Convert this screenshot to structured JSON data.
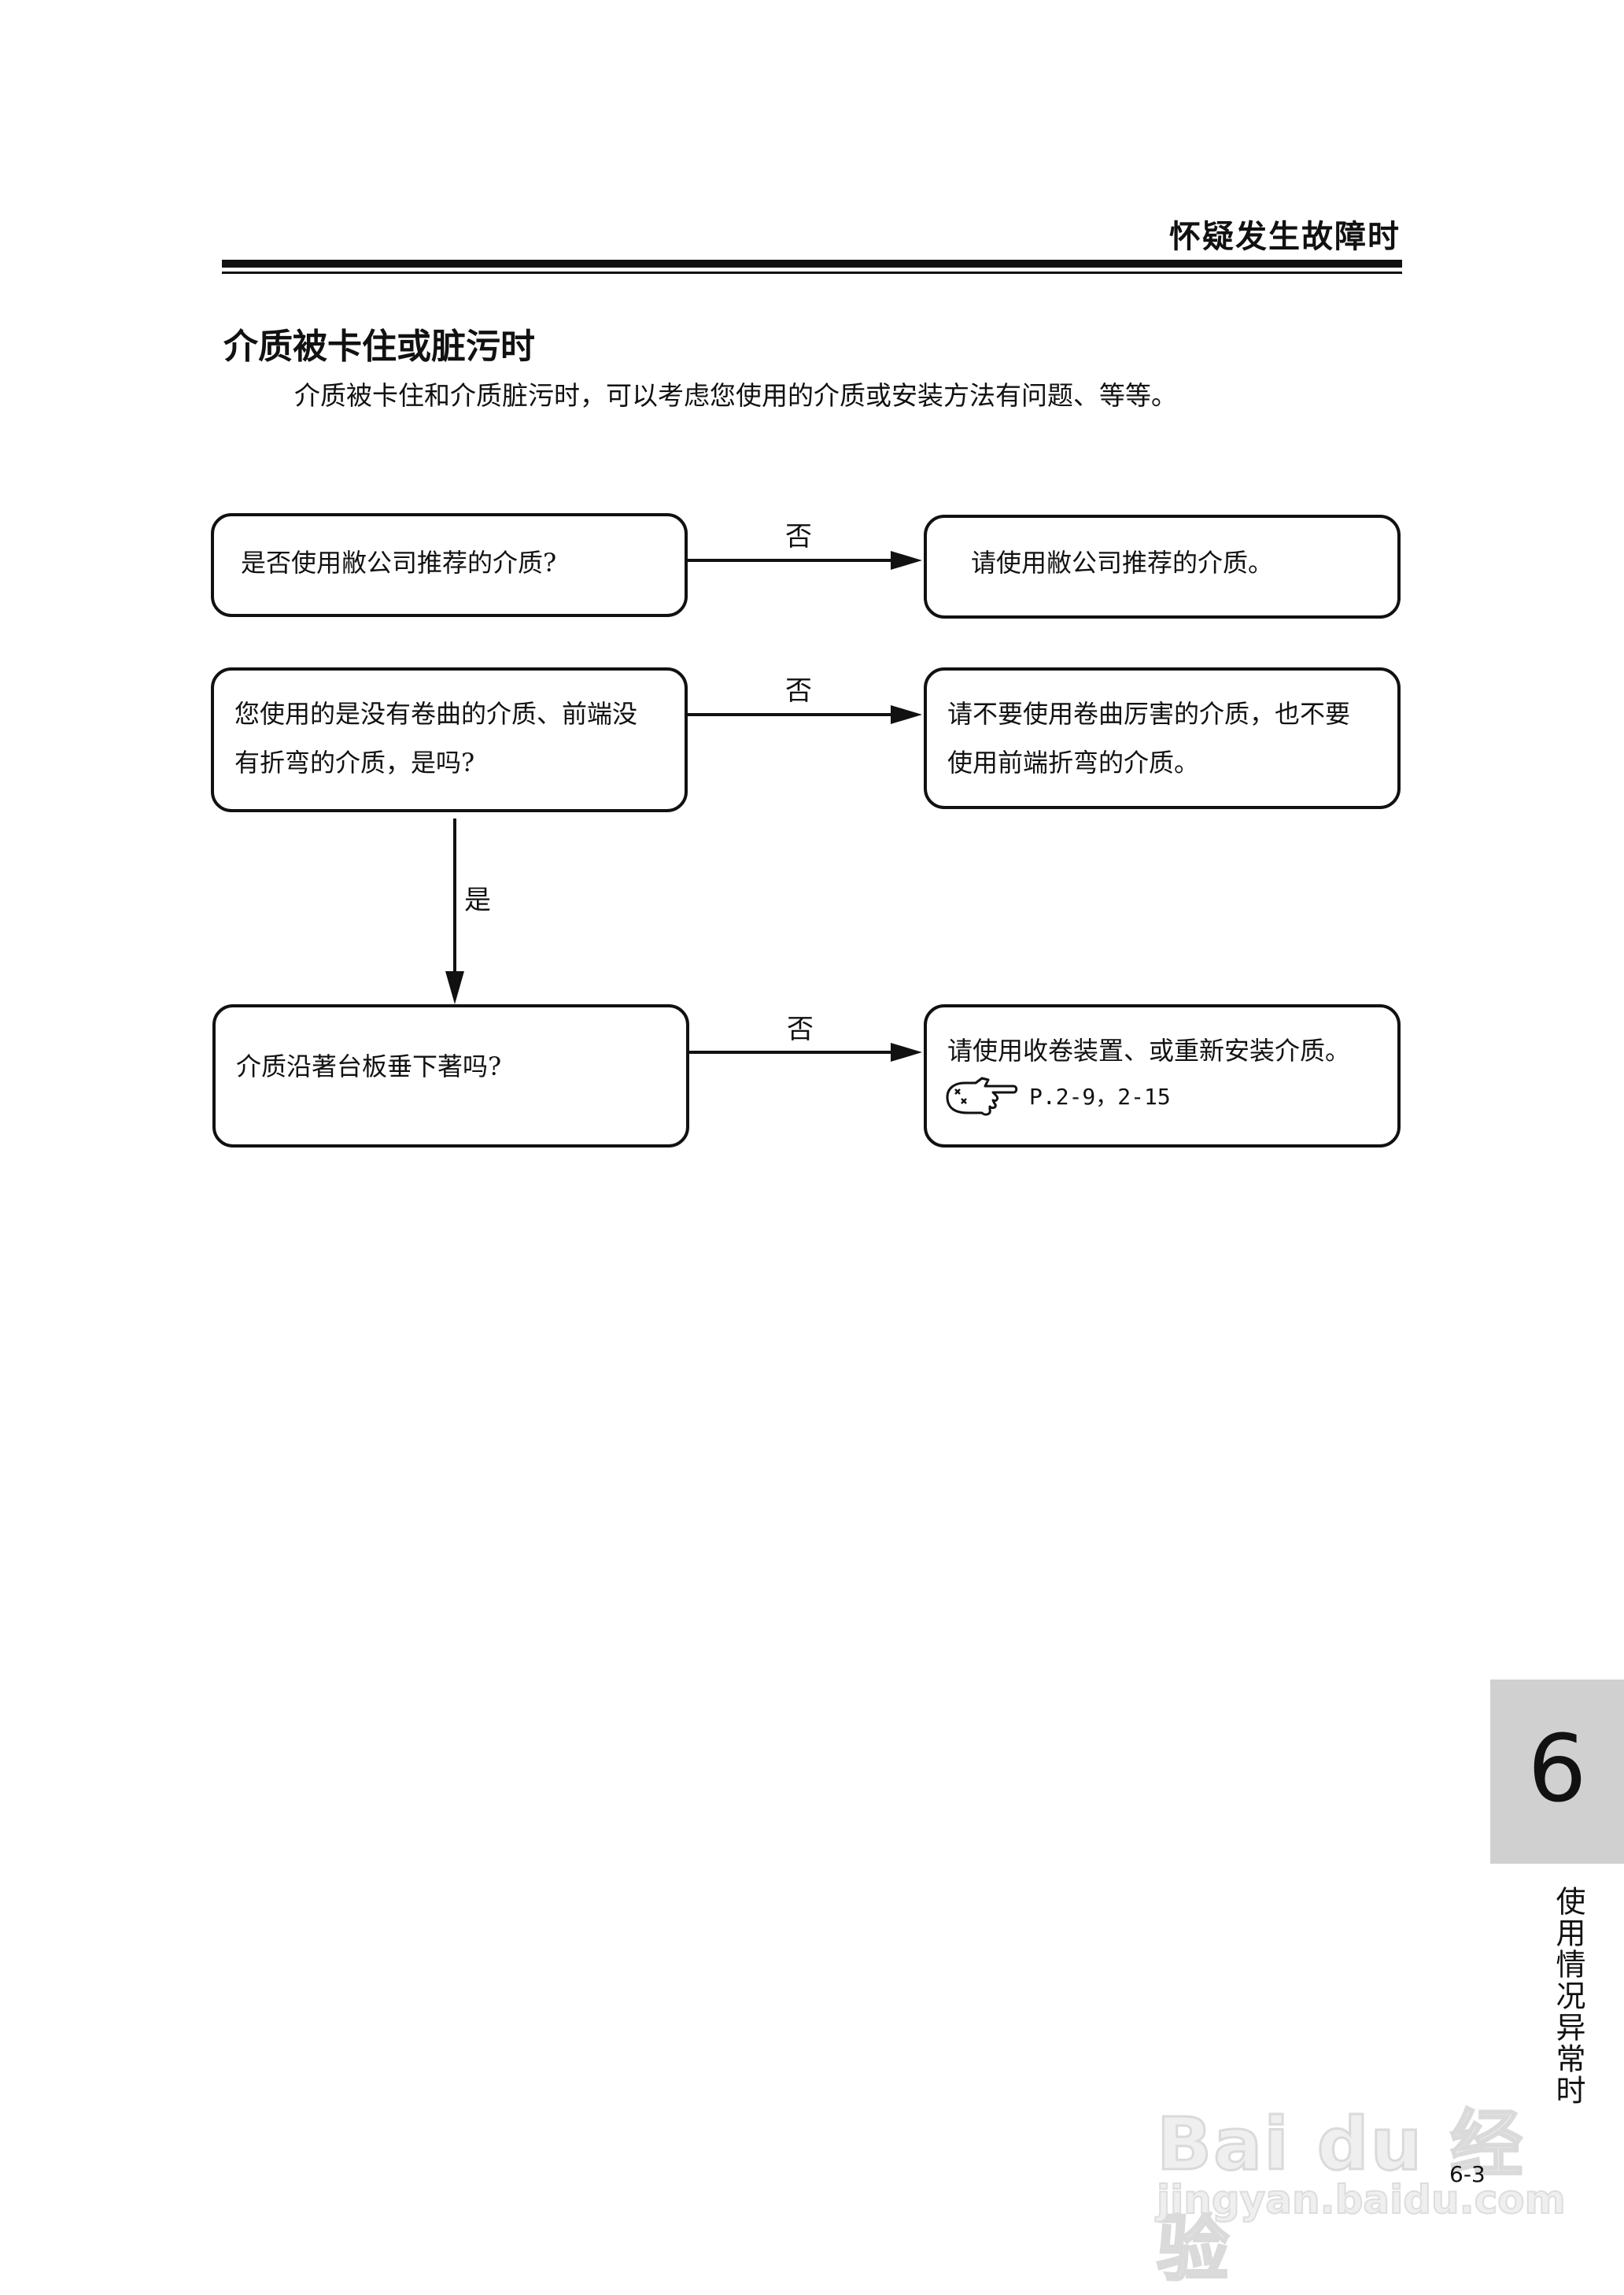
{
  "header": {
    "section": "怀疑发生故障时"
  },
  "section": {
    "title": "介质被卡住或脏污时",
    "intro": "介质被卡住和介质脏污时，可以考虑您使用的介质或安装方法有问题、等等。"
  },
  "flowchart": {
    "q1": "是否使用敝公司推荐的介质?",
    "a1": "请使用敝公司推荐的介质。",
    "q2_line1": "您使用的是没有卷曲的介质、前端没",
    "q2_line2": "有折弯的介质，是吗?",
    "a2_line1": "请不要使用卷曲厉害的介质，也不要",
    "a2_line2": "使用前端折弯的介质。",
    "q3": "介质沿著台板垂下著吗?",
    "a3": "请使用收卷装置、或重新安装介质。",
    "a3_ref": "P.2-9，2-15",
    "no_label": "否",
    "yes_label": "是"
  },
  "sidebar": {
    "chapter_number": "6",
    "chapter_title": "使用情况异常时"
  },
  "footer": {
    "page_number": "6-3"
  },
  "watermark": {
    "logo": "Bai du 经验",
    "url": "jingyan.baidu.com"
  }
}
